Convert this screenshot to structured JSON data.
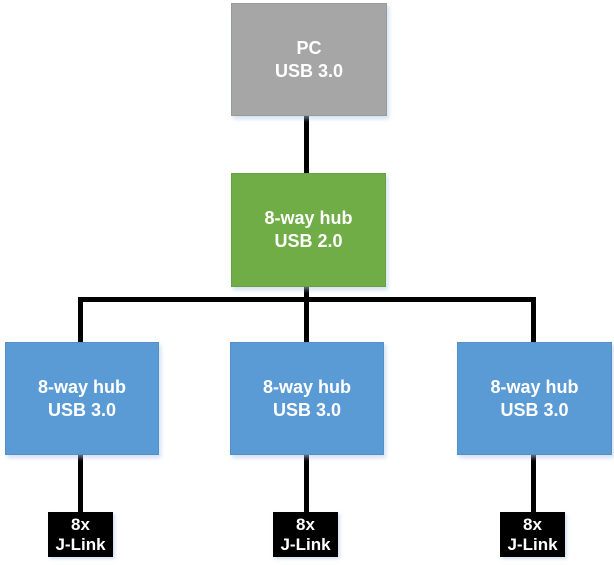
{
  "diagram": {
    "canvas_bg": "#FFFFFF",
    "colors": {
      "pc_fill": "#A6A6A6",
      "hub_usb2_fill": "#70AD47",
      "hub_usb3_fill": "#5B9BD5",
      "jlink_fill": "#000000",
      "connector": "#000000",
      "label_text": "#FFFFFF"
    },
    "nodes": {
      "pc": {
        "line1": "PC",
        "line2": "USB 3.0"
      },
      "hub_usb2": {
        "line1": "8-way hub",
        "line2": "USB 2.0"
      },
      "hub_usb3_left": {
        "line1": "8-way hub",
        "line2": "USB 3.0"
      },
      "hub_usb3_mid": {
        "line1": "8-way hub",
        "line2": "USB 3.0"
      },
      "hub_usb3_right": {
        "line1": "8-way hub",
        "line2": "USB 3.0"
      },
      "jlink_left": {
        "line1": "8x",
        "line2": "J-Link"
      },
      "jlink_mid": {
        "line1": "8x",
        "line2": "J-Link"
      },
      "jlink_right": {
        "line1": "8x",
        "line2": "J-Link"
      }
    }
  }
}
